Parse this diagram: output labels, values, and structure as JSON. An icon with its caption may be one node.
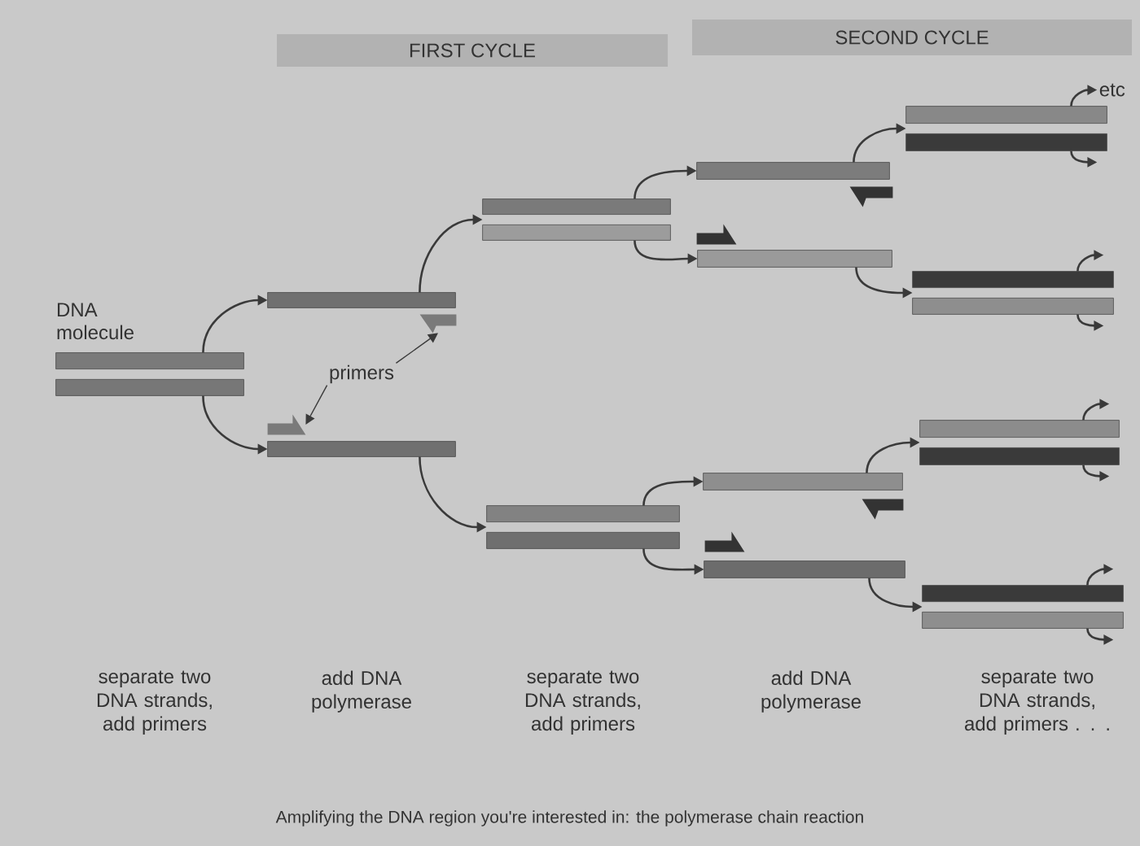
{
  "diagram": {
    "caption": "Amplifying the DNA region you're interested in: the polymerase chain reaction",
    "nodes": [
      {
        "text": [],
        "shape": "bar",
        "beside": [
          "DNA molecule"
        ]
      },
      {
        "text": [],
        "shape": "bar"
      },
      {
        "text": [],
        "shape": "bar"
      },
      {
        "text": [
          "primers"
        ]
      },
      {
        "text": [],
        "shape": "bar"
      },
      {
        "text": [],
        "shape": "bar"
      },
      {
        "text": [],
        "shape": "bar"
      },
      {
        "text": [],
        "shape": "bar"
      },
      {
        "text": [],
        "shape": "bar"
      },
      {
        "text": [],
        "shape": "bar"
      },
      {
        "text": [],
        "shape": "bar"
      },
      {
        "text": [],
        "shape": "bar"
      },
      {
        "text": [],
        "shape": "bar"
      },
      {
        "text": [],
        "shape": "bar"
      },
      {
        "text": [],
        "shape": "bar"
      },
      {
        "text": [],
        "shape": "bar"
      },
      {
        "text": [],
        "shape": "bar"
      },
      {
        "text": [],
        "shape": "bar"
      },
      {
        "text": [],
        "shape": "bar"
      },
      {
        "text": [],
        "shape": "bar"
      },
      {
        "text": [
          "FIRST CYCLE"
        ]
      },
      {
        "text": [
          "SECOND CYCLE"
        ]
      }
    ],
    "edges": [
      {
        "from": 0,
        "to": 1,
        "arrow": "to"
      },
      {
        "from": 0,
        "to": 5,
        "arrow": "to"
      },
      {
        "from": 3,
        "to": 2,
        "arrow": "to"
      },
      {
        "from": 3,
        "to": 4,
        "arrow": "to"
      },
      {
        "from": 1,
        "to": 6,
        "arrow": "to"
      },
      {
        "from": 5,
        "to": 7,
        "arrow": "to"
      },
      {
        "from": 6,
        "to": 8,
        "arrow": "to"
      },
      {
        "from": 6,
        "to": 11,
        "arrow": "to"
      },
      {
        "from": 7,
        "to": 12,
        "arrow": "to"
      },
      {
        "from": 7,
        "to": 15,
        "arrow": "to"
      },
      {
        "from": 8,
        "to": 16,
        "arrow": "to"
      },
      {
        "from": 11,
        "to": 17,
        "arrow": "to"
      },
      {
        "from": 12,
        "to": 18,
        "arrow": "to"
      },
      {
        "from": 15,
        "to": 19,
        "arrow": "to"
      },
      {
        "from": 16,
        "to": null,
        "arrow": "to",
        "label": "etc"
      },
      {
        "from": 16,
        "to": null,
        "arrow": "to"
      },
      {
        "from": 17,
        "to": null,
        "arrow": "to"
      },
      {
        "from": 17,
        "to": null,
        "arrow": "to"
      },
      {
        "from": 18,
        "to": null,
        "arrow": "to"
      },
      {
        "from": 18,
        "to": null,
        "arrow": "to"
      },
      {
        "from": 19,
        "to": null,
        "arrow": "to"
      },
      {
        "from": 19,
        "to": null,
        "arrow": "to"
      }
    ],
    "labels": [
      "separate two DNA strands, add primers",
      "add DNA polymerase",
      "separate two DNA strands, add primers",
      "add DNA polymerase",
      "separate two DNA strands, add primers . . ."
    ]
  }
}
